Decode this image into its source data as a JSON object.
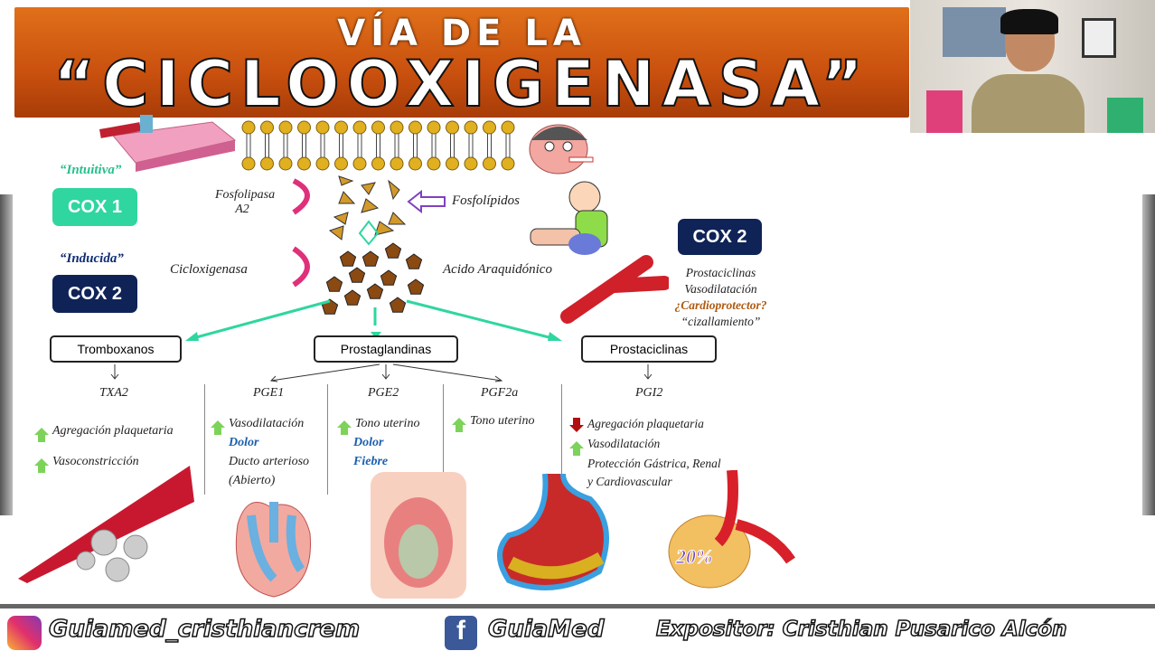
{
  "title": {
    "line1": "VÍA DE LA",
    "line2": "“CICLOOXIGENASA”"
  },
  "left": {
    "cox1_caption": "“Intuitiva”",
    "cox1": "COX 1",
    "cox2_caption": "“Inducida”",
    "cox2": "COX 2"
  },
  "pathway": {
    "enzyme1_line1": "Fosfolipasa",
    "enzyme1_line2": "A2",
    "substrate": "Fosfolípidos",
    "enzyme2": "Cicloxigenasa",
    "product": "Acido Araquidónico"
  },
  "cox2_note": {
    "label": "COX 2",
    "lines": [
      "Prostaciclinas",
      "Vasodilatación"
    ],
    "question": "¿Cardioprotector?",
    "quote": "“cizallamiento”"
  },
  "groups": {
    "tromboxanos": "Tromboxanos",
    "prostaglandinas": "Prostaglandinas",
    "prostaciclinas": "Prostaciclinas"
  },
  "columns": {
    "txa2": {
      "name": "TXA2",
      "effects": [
        "Agregación plaquetaria",
        "Vasoconstricción"
      ]
    },
    "pge1": {
      "name": "PGE1",
      "effect": "Vasodilatación",
      "pain": "Dolor",
      "extra1": "Ducto arterioso",
      "extra2": "(Abierto)"
    },
    "pge2": {
      "name": "PGE2",
      "effect": "Tono uterino",
      "pain": "Dolor",
      "fever": "Fiebre"
    },
    "pgf2a": {
      "name": "PGF2a",
      "effect": "Tono uterino"
    },
    "pgi2": {
      "name": "PGI2",
      "down": "Agregación plaquetaria",
      "up": "Vasodilatación",
      "protection1": "Protección Gástrica, Renal",
      "protection2": "y Cardiovascular"
    }
  },
  "kidney_label": "20%",
  "footer": {
    "instagram": "Guiamed_cristhiancrem",
    "facebook": "GuiaMed",
    "speaker": "Expositor: Cristhian Pusarico Alcón"
  },
  "colors": {
    "banner": "#d2600f",
    "cox1": "#2fd6a0",
    "cox2": "#0f2357",
    "arrow": "#2fd6a0"
  }
}
